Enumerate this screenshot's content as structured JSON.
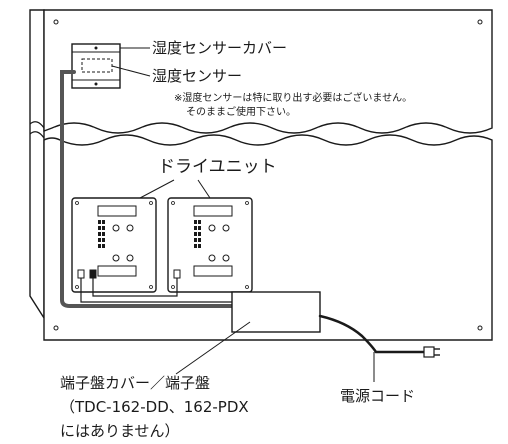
{
  "labels": {
    "sensor_cover": "湿度センサーカバー",
    "sensor": "湿度センサー",
    "note_line1": "※湿度センサーは特に取り出す必要はございません。",
    "note_line2": "そのままご使用下さい。",
    "dry_unit": "ドライユニット",
    "terminal_line1": "端子盤カバー／端子盤",
    "terminal_line2": "（TDC-162-DD、162-PDX",
    "terminal_line3": "にはありません）",
    "power_cord": "電源コード"
  },
  "colors": {
    "stroke": "#1a1a1a",
    "panel_fill": "#ffffff",
    "cable": "#555555"
  }
}
